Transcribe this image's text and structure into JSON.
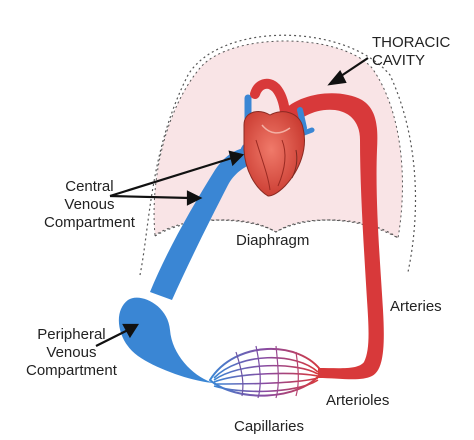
{
  "labels": {
    "thoracic_cavity": [
      "THORACIC",
      "CAVITY"
    ],
    "central_venous": [
      "Central",
      "Venous",
      "Compartment"
    ],
    "diaphragm": "Diaphragm",
    "arteries": "Arteries",
    "peripheral_venous": [
      "Peripheral",
      "Venous",
      "Compartment"
    ],
    "arterioles": "Arterioles",
    "capillaries": "Capillaries"
  },
  "colors": {
    "vein_blue": "#3a86d4",
    "artery_red": "#d8393a",
    "thorax_fill": "#f9e4e6",
    "outline": "#333333",
    "capillary_purple": "#7a5aa8"
  },
  "icons": {
    "heart": "heart-icon"
  }
}
